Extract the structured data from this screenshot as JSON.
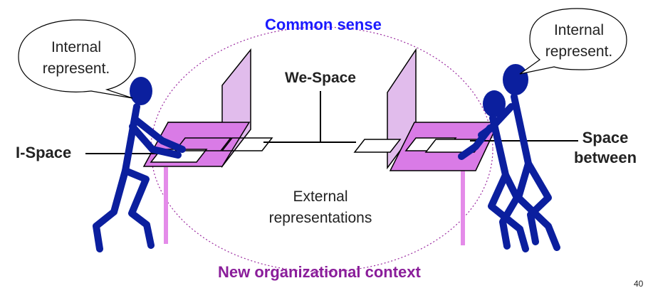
{
  "diagram": {
    "title": "Common sense",
    "bottom_label": "New organizational context",
    "we_space": "We-Space",
    "i_space": "I-Space",
    "space_between": [
      "Space",
      "between"
    ],
    "external_repr": [
      "External",
      "representations"
    ],
    "bubble_left": [
      "Internal",
      "represent."
    ],
    "bubble_right": [
      "Internal",
      "represent."
    ],
    "page_number": "40",
    "colors": {
      "title": "#1a1aff",
      "bottom_label": "#8a1d9a",
      "figure": "#0b1f9e",
      "desk": "#d97be6",
      "panel": "#d9a6e6",
      "ellipse": "#9b2aa0"
    }
  }
}
